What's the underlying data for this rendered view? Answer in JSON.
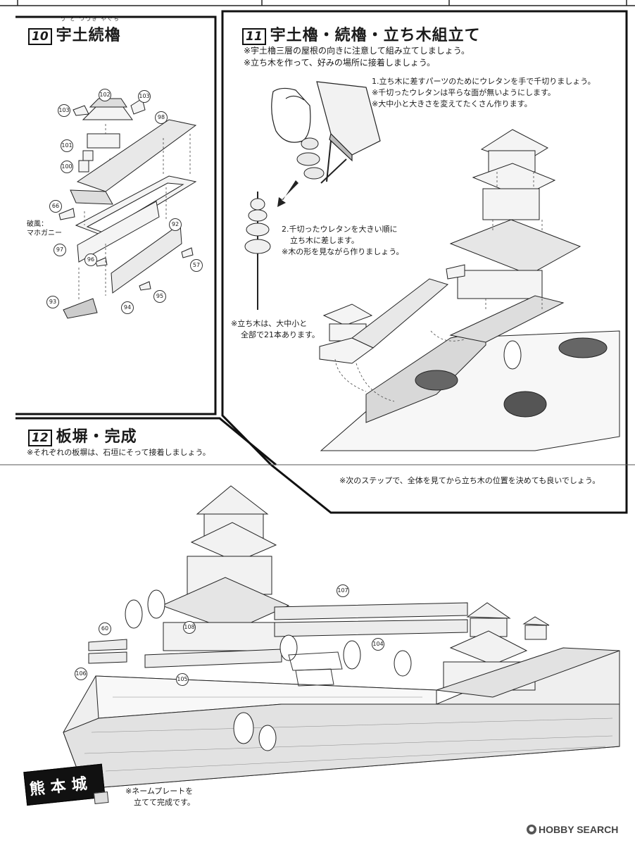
{
  "step10": {
    "number": "10",
    "title": "宇土続櫓",
    "ruby": "う と つづき やぐら",
    "hafu_label_line1": "破風：",
    "hafu_label_line2": "マホガニー",
    "parts": [
      "102",
      "103",
      "103",
      "98",
      "101",
      "100",
      "66",
      "92",
      "97",
      "96",
      "57",
      "95",
      "93",
      "94"
    ]
  },
  "step11": {
    "number": "11",
    "title": "宇土櫓・続櫓・立ち木組立て",
    "notes": [
      "※宇土櫓三層の屋根の向きに注意して組み立てしましょう。",
      "※立ち木を作って、好みの場所に接着しましょう。"
    ],
    "instruction1": [
      "1.立ち木に差すパーツのためにウレタンを手で千切りましょう。",
      "※千切ったウレタンは平らな面が無いようにします。",
      "※大中小と大きさを変えてたくさん作ります。"
    ],
    "instruction2": [
      "2.千切ったウレタンを大きい順に",
      "立ち木に差します。",
      "※木の形を見ながら作りましょう。"
    ],
    "tree_note": [
      "※立ち木は、大中小と",
      "全部で21本あります。"
    ],
    "next_note": "※次のステップで、全体を見てから立ち木の位置を決めても良いでしょう。"
  },
  "step12": {
    "number": "12",
    "title": "板塀・完成",
    "note": "※それぞれの板塀は、石垣にそって接着しましょう。",
    "parts": [
      "107",
      "108",
      "104",
      "60",
      "106",
      "105"
    ],
    "nameplate": "熊本城",
    "finish_note": [
      "※ネームプレートを",
      "立てて完成です。"
    ]
  },
  "watermark": {
    "brand": "HOBBY SEARCH"
  }
}
